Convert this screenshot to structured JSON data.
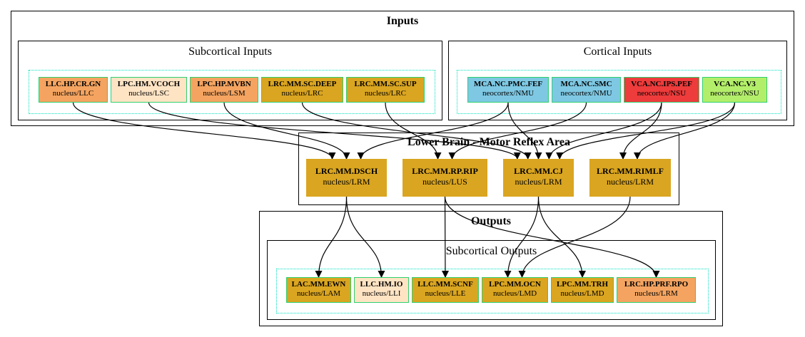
{
  "clusters": {
    "inputs": "Inputs",
    "subcortical_inputs": "Subcortical Inputs",
    "cortical_inputs": "Cortical Inputs",
    "lower_brain": "Lower Brain - Motor Reflex Area",
    "outputs": "Outputs",
    "subcortical_outputs": "Subcortical Outputs"
  },
  "nodes": {
    "llc_hp_cr_gn": {
      "name": "LLC.HP.CR.GN",
      "type": "nucleus/LLC",
      "color": "#f4a460"
    },
    "lpc_hm_vcoch": {
      "name": "LPC.HM.VCOCH",
      "type": "nucleus/LSC",
      "color": "#ffe4c4"
    },
    "lpc_hp_mvbn": {
      "name": "LPC.HP.MVBN",
      "type": "nucleus/LSM",
      "color": "#f4a460"
    },
    "lrc_mm_sc_deep": {
      "name": "LRC.MM.SC.DEEP",
      "type": "nucleus/LRC",
      "color": "#daa520"
    },
    "lrc_mm_sc_sup": {
      "name": "LRC.MM.SC.SUP",
      "type": "nucleus/LRC",
      "color": "#daa520"
    },
    "mca_nc_pmc_fef": {
      "name": "MCA.NC.PMC.FEF",
      "type": "neocortex/NMU",
      "color": "#7ec8e3"
    },
    "mca_nc_smc": {
      "name": "MCA.NC.SMC",
      "type": "neocortex/NMU",
      "color": "#7ec8e3"
    },
    "vca_nc_ips_pef": {
      "name": "VCA.NC.IPS.PEF",
      "type": "neocortex/NSU",
      "color": "#ee3b3b"
    },
    "vca_nc_v3": {
      "name": "VCA.NC.V3",
      "type": "neocortex/NSU",
      "color": "#b3ee6a"
    },
    "lrc_mm_dsch": {
      "name": "LRC.MM.DSCH",
      "type": "nucleus/LRM",
      "color": "#daa520"
    },
    "lrc_mm_rp_rip": {
      "name": "LRC.MM.RP.RIP",
      "type": "nucleus/LUS",
      "color": "#daa520"
    },
    "lrc_mm_cj": {
      "name": "LRC.MM.CJ",
      "type": "nucleus/LRM",
      "color": "#daa520"
    },
    "lrc_mm_rimlf": {
      "name": "LRC.MM.RIMLF",
      "type": "nucleus/LRM",
      "color": "#daa520"
    },
    "lac_mm_ewn": {
      "name": "LAC.MM.EWN",
      "type": "nucleus/LAM",
      "color": "#daa520"
    },
    "llc_hm_io": {
      "name": "LLC.HM.IO",
      "type": "nucleus/LLI",
      "color": "#ffe4c4"
    },
    "llc_mm_scnf": {
      "name": "LLC.MM.SCNF",
      "type": "nucleus/LLE",
      "color": "#daa520"
    },
    "lpc_mm_ocn": {
      "name": "LPC.MM.OCN",
      "type": "nucleus/LMD",
      "color": "#daa520"
    },
    "lpc_mm_trh": {
      "name": "LPC.MM.TRH",
      "type": "nucleus/LMD",
      "color": "#daa520"
    },
    "lrc_hp_prf_rpo": {
      "name": "LRC.HP.PRF.RPO",
      "type": "nucleus/LRM",
      "color": "#f4a460"
    }
  },
  "edges": [
    [
      "llc_hp_cr_gn",
      "lrc_mm_dsch"
    ],
    [
      "lpc_hm_vcoch",
      "lrc_mm_cj"
    ],
    [
      "lpc_hp_mvbn",
      "lrc_mm_dsch"
    ],
    [
      "lrc_mm_sc_deep",
      "lrc_mm_cj"
    ],
    [
      "lrc_mm_sc_sup",
      "lrc_mm_rp_rip"
    ],
    [
      "mca_nc_pmc_fef",
      "lrc_mm_dsch"
    ],
    [
      "mca_nc_pmc_fef",
      "lrc_mm_cj"
    ],
    [
      "mca_nc_smc",
      "lrc_mm_rp_rip"
    ],
    [
      "vca_nc_ips_pef",
      "lrc_mm_cj"
    ],
    [
      "vca_nc_ips_pef",
      "lrc_mm_rimlf"
    ],
    [
      "vca_nc_v3",
      "lrc_mm_cj"
    ],
    [
      "vca_nc_v3",
      "lrc_mm_rimlf"
    ],
    [
      "lrc_mm_dsch",
      "lac_mm_ewn"
    ],
    [
      "lrc_mm_dsch",
      "llc_hm_io"
    ],
    [
      "lrc_mm_rp_rip",
      "llc_mm_scnf"
    ],
    [
      "lrc_mm_rp_rip",
      "lrc_hp_prf_rpo"
    ],
    [
      "lrc_mm_cj",
      "lpc_mm_ocn"
    ],
    [
      "lrc_mm_cj",
      "lpc_mm_trh"
    ],
    [
      "lrc_mm_rimlf",
      "lpc_mm_ocn"
    ]
  ]
}
